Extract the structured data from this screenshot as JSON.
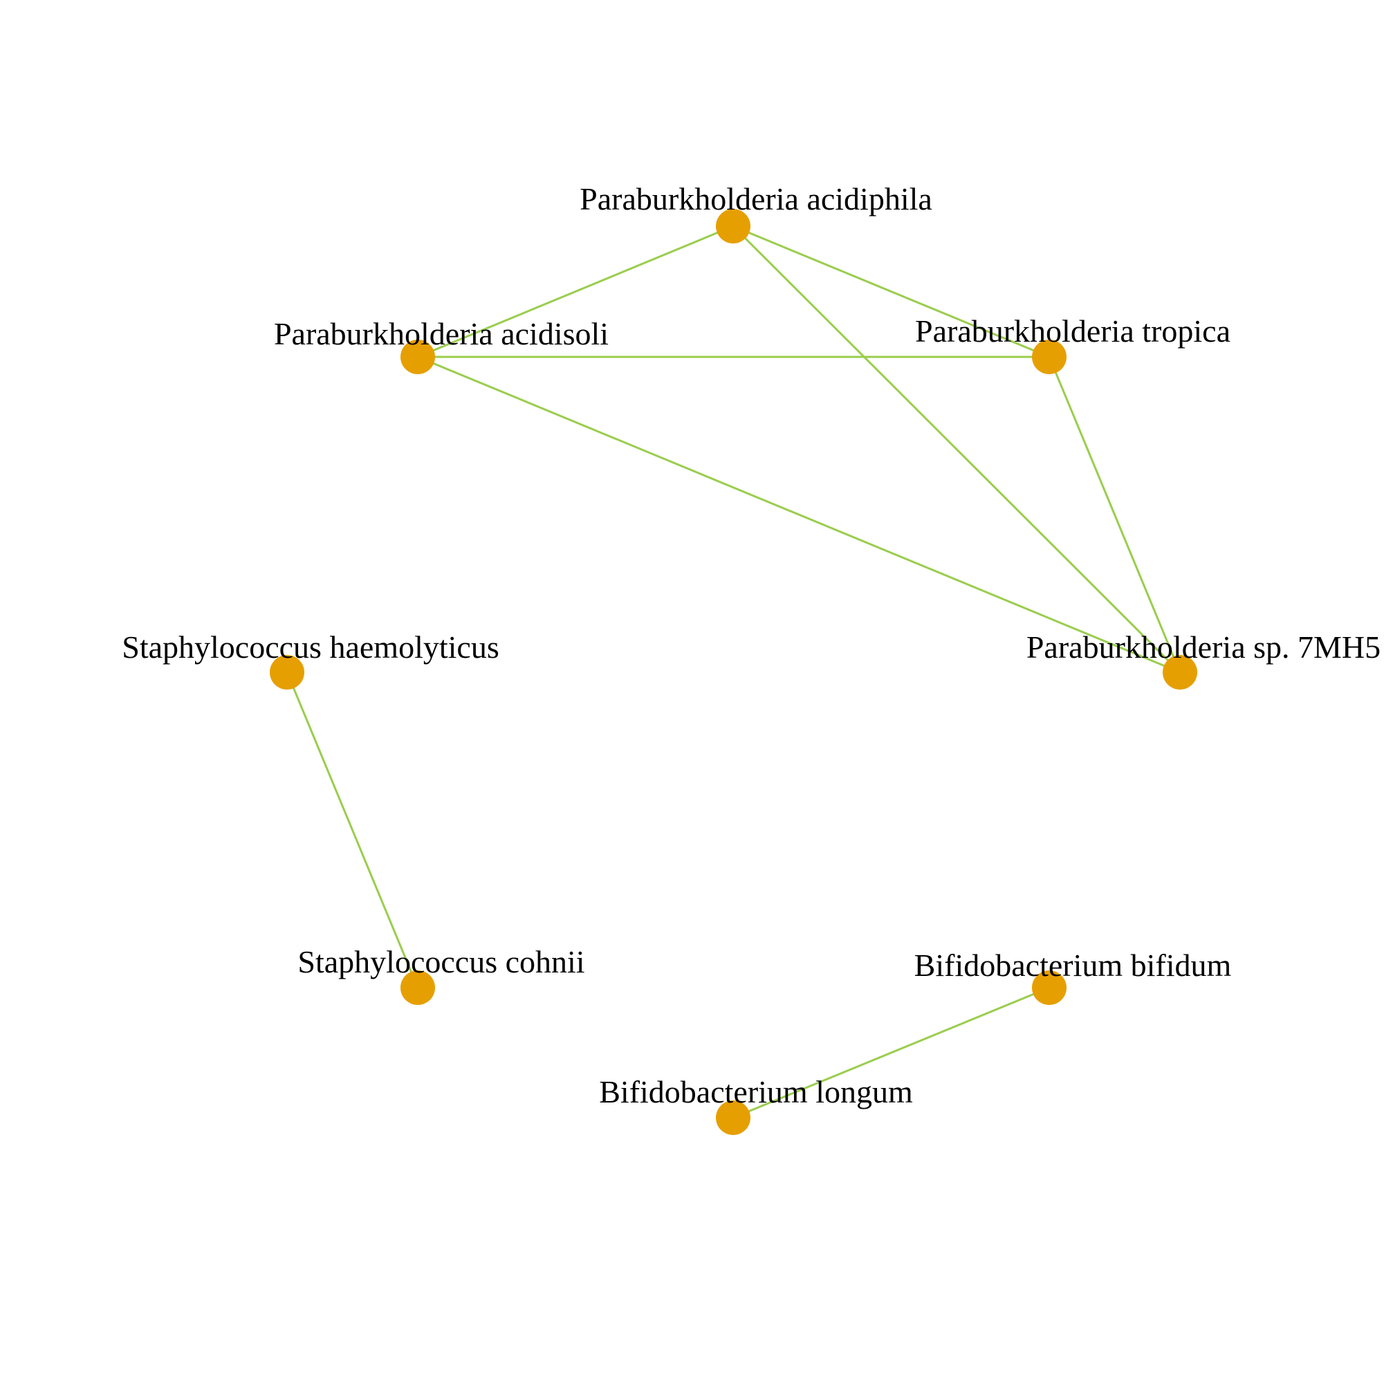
{
  "diagram": {
    "type": "network",
    "colors": {
      "node": "#E69F00",
      "edge": "#9ACD4E",
      "label": "#000000",
      "background": "#FFFFFF"
    },
    "nodes": [
      {
        "id": "acidiphila",
        "label": "Paraburkholderia acidiphila"
      },
      {
        "id": "acidisoli",
        "label": "Paraburkholderia acidisoli"
      },
      {
        "id": "tropica",
        "label": "Paraburkholderia tropica"
      },
      {
        "id": "sp7mh5",
        "label": "Paraburkholderia sp. 7MH5"
      },
      {
        "id": "haemolyticus",
        "label": "Staphylococcus haemolyticus"
      },
      {
        "id": "cohnii",
        "label": "Staphylococcus cohnii"
      },
      {
        "id": "bifidum",
        "label": "Bifidobacterium bifidum"
      },
      {
        "id": "longum",
        "label": "Bifidobacterium longum"
      }
    ],
    "edges": [
      {
        "source": "acidiphila",
        "target": "acidisoli"
      },
      {
        "source": "acidiphila",
        "target": "tropica"
      },
      {
        "source": "acidiphila",
        "target": "sp7mh5"
      },
      {
        "source": "acidisoli",
        "target": "tropica"
      },
      {
        "source": "acidisoli",
        "target": "sp7mh5"
      },
      {
        "source": "tropica",
        "target": "sp7mh5"
      },
      {
        "source": "haemolyticus",
        "target": "cohnii"
      },
      {
        "source": "bifidum",
        "target": "longum"
      }
    ]
  }
}
